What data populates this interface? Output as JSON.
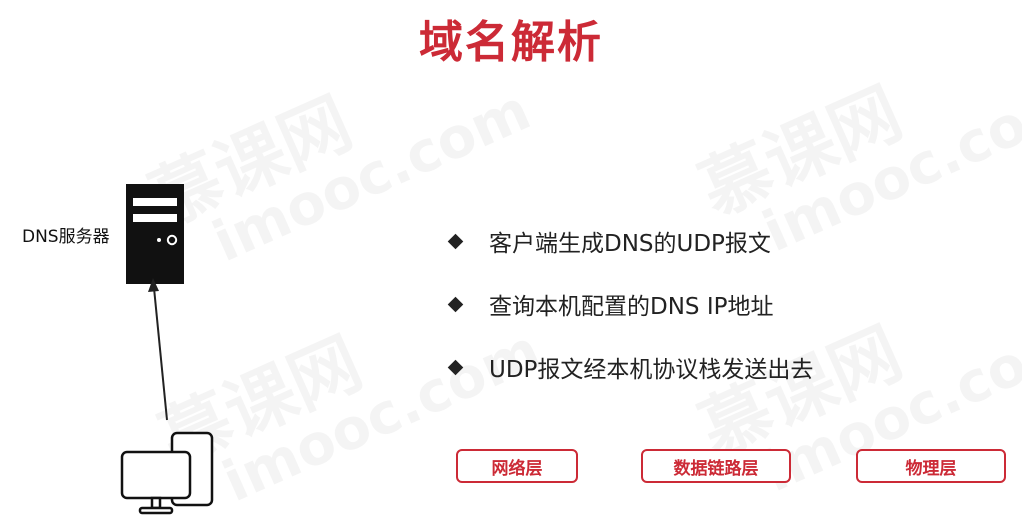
{
  "title": "域名解析",
  "server": {
    "label": "DNS服务器"
  },
  "bullets": [
    "客户端生成DNS的UDP报文",
    "查询本机配置的DNS IP地址",
    "UDP报文经本机协议栈发送出去"
  ],
  "layers": [
    "网络层",
    "数据链路层",
    "物理层"
  ],
  "watermark": {
    "brand": "慕课网",
    "domain": "imooc.com"
  },
  "colors": {
    "accent": "#cc2a36",
    "text": "#222222"
  },
  "icons": {
    "server": "server-tower-icon",
    "computer": "desktop-computer-icon",
    "bullet": "diamond-bullet-icon"
  }
}
